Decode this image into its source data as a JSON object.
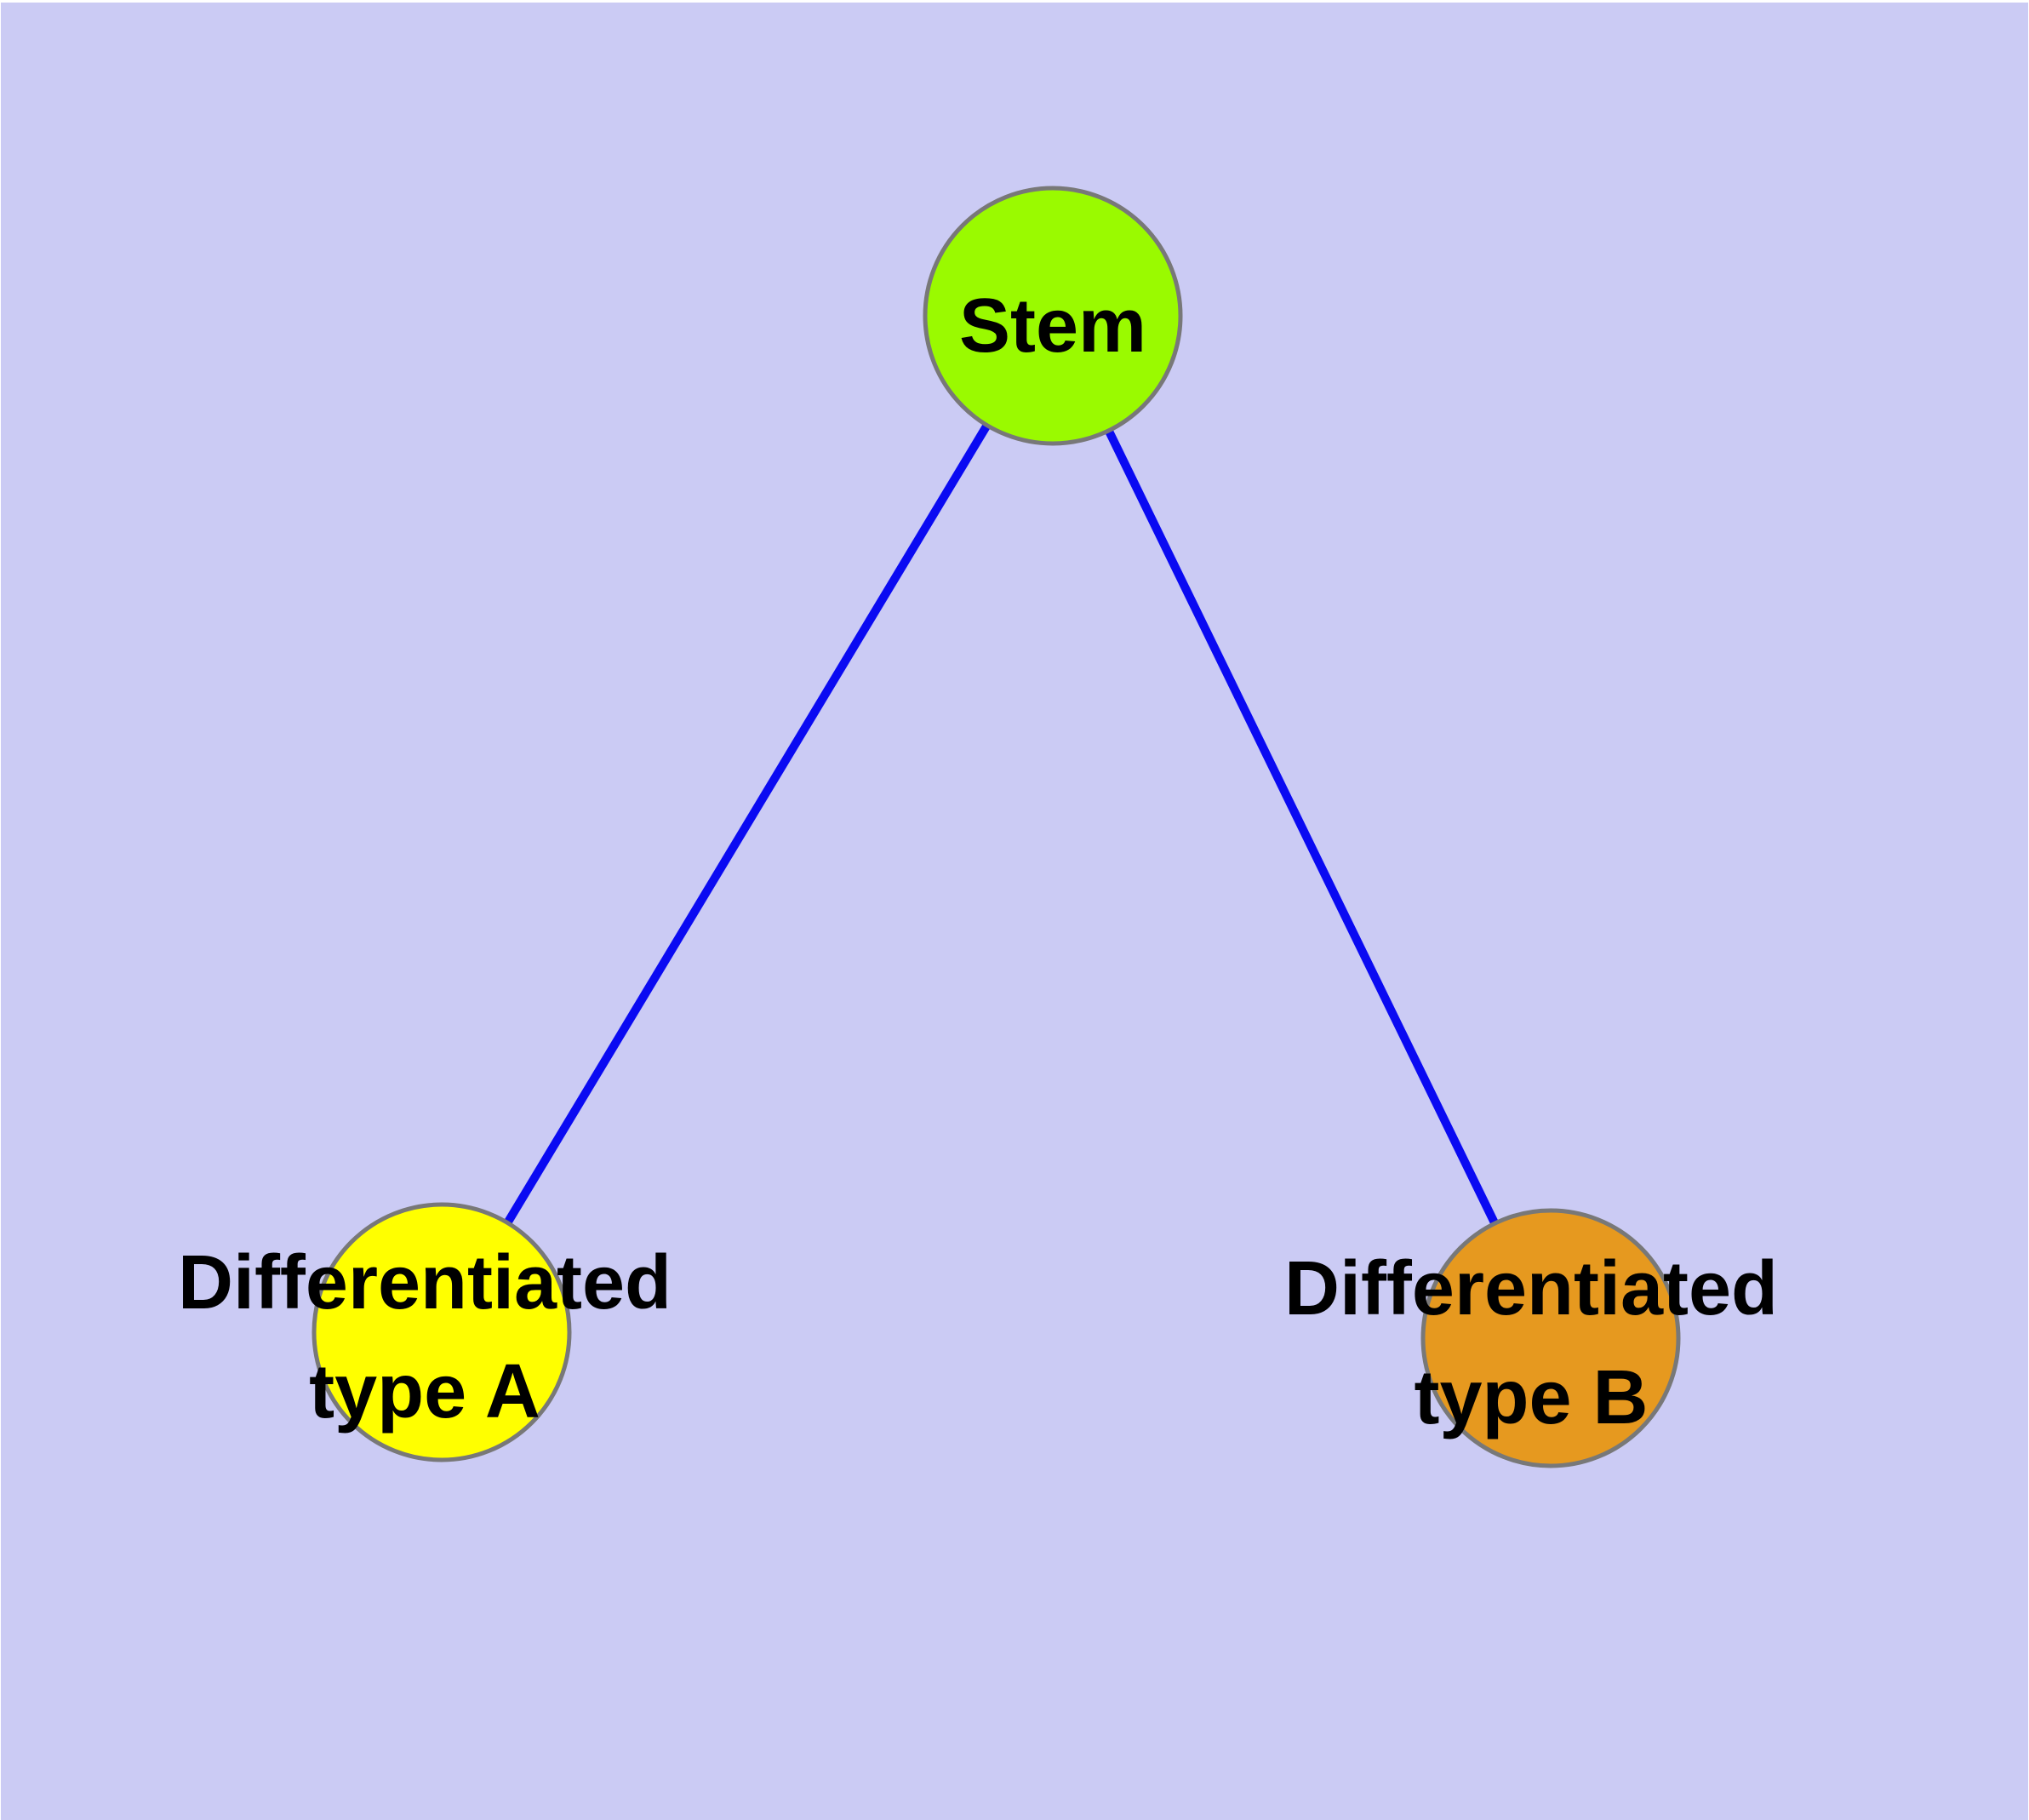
{
  "canvas": {
    "background": "#CBCBF4",
    "outer_margin_color": "#FFFFFF"
  },
  "edges": {
    "color": "#0A0AF2",
    "list": [
      {
        "from": "stem",
        "to": "type_a"
      },
      {
        "from": "stem",
        "to": "type_b"
      }
    ]
  },
  "nodes": {
    "stem": {
      "label": "Stem",
      "fill": "#9AFA00",
      "border": "#787878",
      "text_color": "#000000"
    },
    "type_a": {
      "label_line1": "Differentiated",
      "label_line2": "type A",
      "fill": "#FFFF00",
      "border": "#787878",
      "text_color": "#000000"
    },
    "type_b": {
      "label_line1": "Differentiated",
      "label_line2": "type B",
      "fill": "#E6991F",
      "border": "#787878",
      "text_color": "#000000"
    }
  }
}
